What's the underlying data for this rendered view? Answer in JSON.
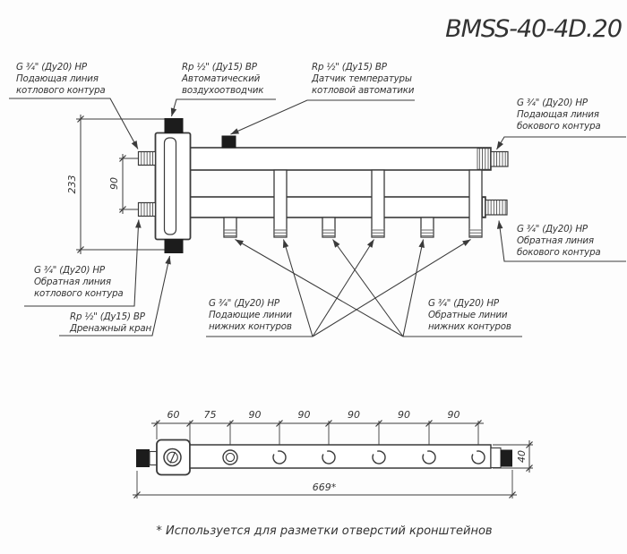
{
  "title": "BMSS-40-4D.20",
  "callouts": {
    "boiler_supply": [
      "G ¾\" (Ду20) НР",
      "Подающая линия",
      "котлового контура"
    ],
    "air_vent": [
      "Rp ½\" (Ду15) ВР",
      "Автоматический",
      "воздухоотводчик"
    ],
    "temp_sensor": [
      "Rp ½\" (Ду15) ВР",
      "Датчик температуры",
      "котловой автоматики"
    ],
    "side_supply": [
      "G ¾\" (Ду20) НР",
      "Подающая линия",
      "бокового контура"
    ],
    "side_return": [
      "G ¾\" (Ду20) НР",
      "Обратная линия",
      "бокового контура"
    ],
    "boiler_return": [
      "G ¾\" (Ду20) НР",
      "Обратная линия",
      "котлового контура"
    ],
    "drain": [
      "Rp ½\" (Ду15) ВР",
      "Дренажный кран"
    ],
    "lower_supply": [
      "G ¾\" (Ду20) НР",
      "Подающие линии",
      "нижних контуров"
    ],
    "lower_return": [
      "G ¾\" (Ду20) НР",
      "Обратные линии",
      "нижних контуров"
    ]
  },
  "dimensions": {
    "overall_height": "233",
    "left_ports_spacing": "90",
    "top_segments": [
      "60",
      "75",
      "90",
      "90",
      "90",
      "90",
      "90"
    ],
    "overall_length": "669*",
    "collector_height": "40"
  },
  "footnote": "* Используется для разметки отверстий кронштейнов",
  "colors": {
    "line": "#3a3a3a",
    "fill_black": "#1c1c1c",
    "background": "#fdfdfd"
  }
}
